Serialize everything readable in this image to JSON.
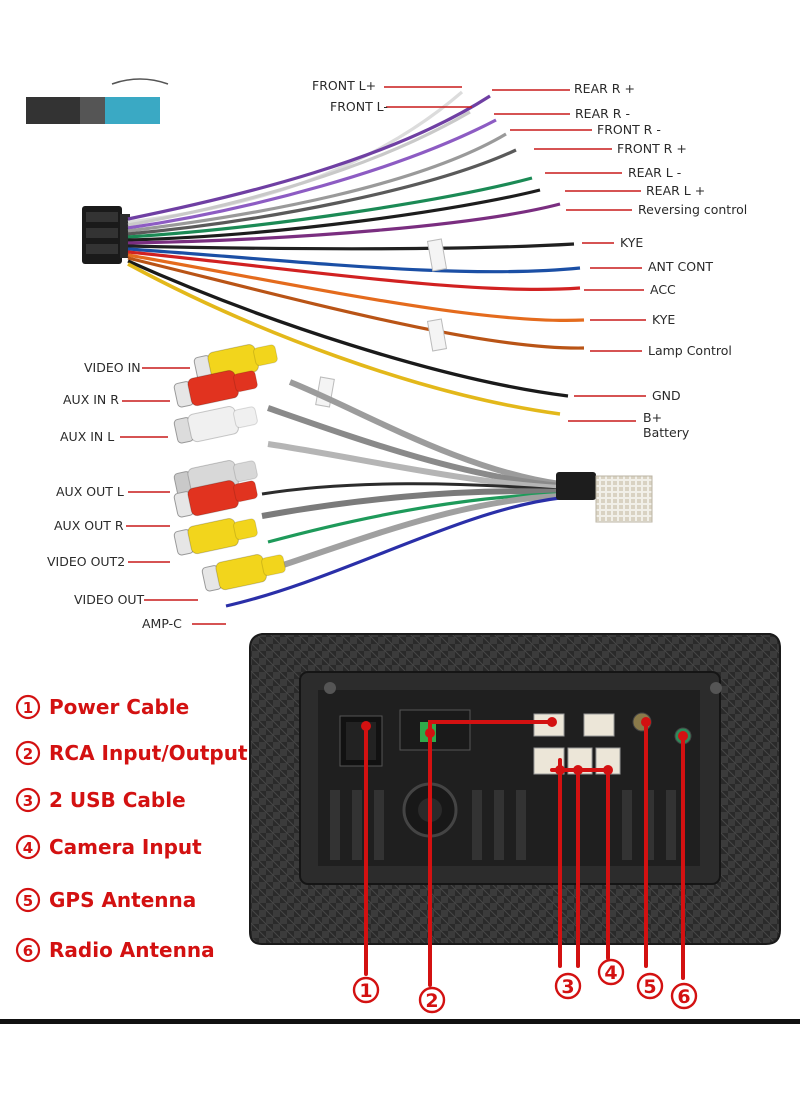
{
  "harness": {
    "top_labels": [
      {
        "id": "front-l-plus",
        "text": "FRONT L+"
      },
      {
        "id": "front-l-minus",
        "text": "FRONT L-"
      },
      {
        "id": "rear-r-plus",
        "text": "REAR R +"
      },
      {
        "id": "rear-r-minus",
        "text": "REAR R -"
      },
      {
        "id": "front-r-minus",
        "text": "FRONT R -"
      },
      {
        "id": "front-r-plus",
        "text": "FRONT R +"
      },
      {
        "id": "rear-l-minus",
        "text": "REAR L -"
      },
      {
        "id": "rear-l-plus",
        "text": "REAR L +"
      },
      {
        "id": "reversing-control",
        "text": "Reversing control"
      },
      {
        "id": "kye-1",
        "text": "KYE"
      },
      {
        "id": "ant-cont",
        "text": "ANT CONT"
      },
      {
        "id": "acc",
        "text": "ACC"
      },
      {
        "id": "kye-2",
        "text": "KYE"
      },
      {
        "id": "lamp-control",
        "text": "Lamp Control"
      },
      {
        "id": "gnd",
        "text": "GND"
      },
      {
        "id": "b-plus",
        "text": "B+"
      },
      {
        "id": "battery",
        "text": "Battery"
      }
    ],
    "rca_labels": [
      {
        "id": "video-in",
        "text": "VIDEO IN"
      },
      {
        "id": "aux-in-r",
        "text": "AUX IN R"
      },
      {
        "id": "aux-in-l",
        "text": "AUX  IN L"
      },
      {
        "id": "aux-out-l",
        "text": "AUX OUT L"
      },
      {
        "id": "aux-out-r",
        "text": "AUX OUT R"
      },
      {
        "id": "video-out2",
        "text": "VIDEO OUT2"
      },
      {
        "id": "video-out",
        "text": "VIDEO OUT"
      },
      {
        "id": "amp-c",
        "text": "AMP-C"
      }
    ]
  },
  "legend": [
    {
      "num": "1",
      "text": "Power Cable"
    },
    {
      "num": "2",
      "text": "RCA Input/Output"
    },
    {
      "num": "3",
      "text": "2 USB Cable"
    },
    {
      "num": "4",
      "text": "Camera Input"
    },
    {
      "num": "5",
      "text": "GPS Antenna"
    },
    {
      "num": "6",
      "text": "Radio Antenna"
    }
  ],
  "callouts": [
    "1",
    "2",
    "3",
    "4",
    "5",
    "6"
  ],
  "colors": {
    "accent": "#d31111",
    "label_line": "#c81a1a",
    "panel": "#3a3a3a",
    "panel_dark": "#1f1f1f"
  }
}
